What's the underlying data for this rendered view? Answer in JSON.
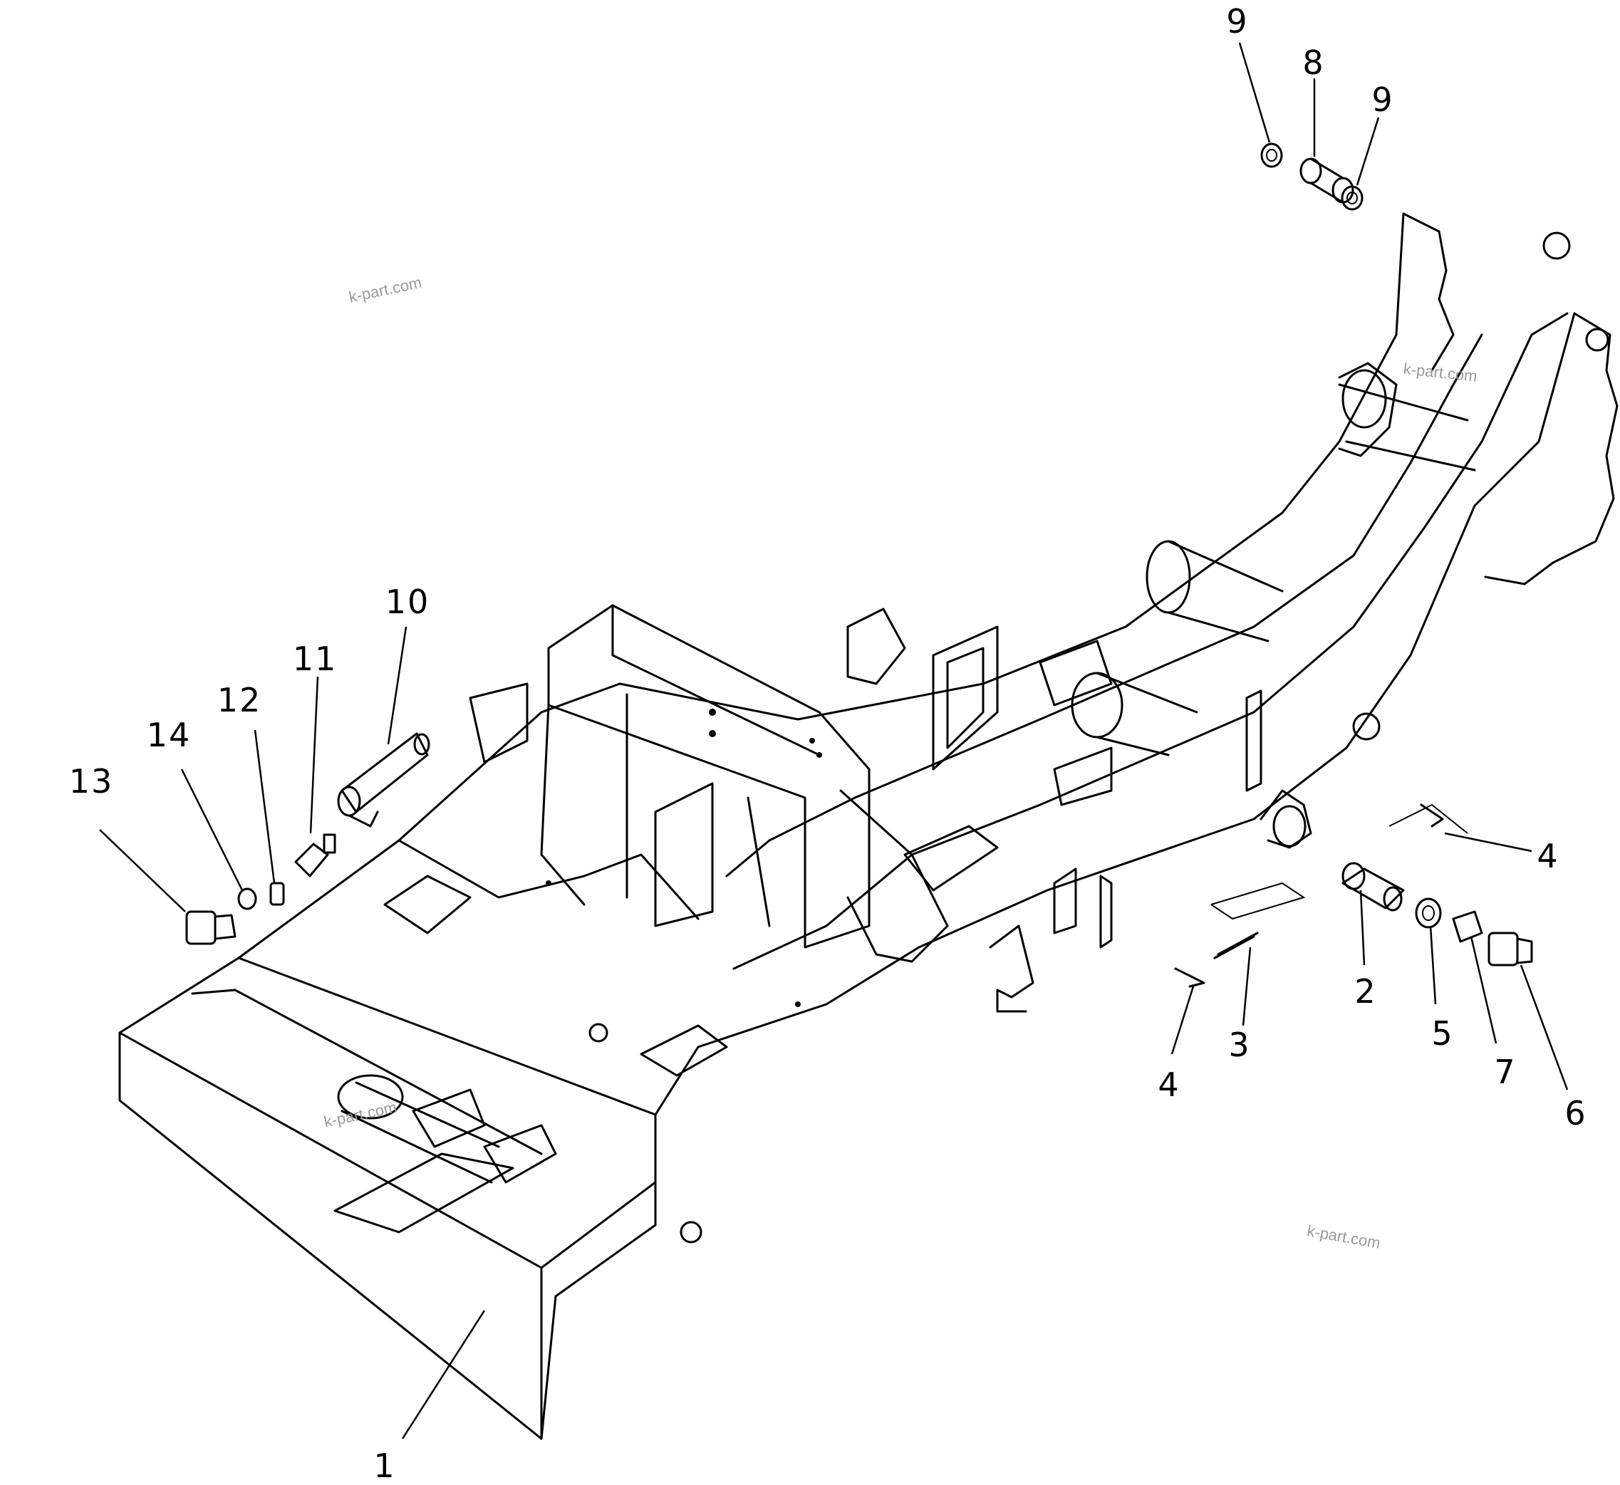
{
  "diagram": {
    "callouts": [
      {
        "id": "c13",
        "text": "13"
      },
      {
        "id": "c14",
        "text": "14"
      },
      {
        "id": "c12",
        "text": "12"
      },
      {
        "id": "c11",
        "text": "11"
      },
      {
        "id": "c10",
        "text": "10"
      },
      {
        "id": "c9a",
        "text": "9"
      },
      {
        "id": "c8",
        "text": "8"
      },
      {
        "id": "c9b",
        "text": "9"
      },
      {
        "id": "c4a",
        "text": "4"
      },
      {
        "id": "c2",
        "text": "2"
      },
      {
        "id": "c5",
        "text": "5"
      },
      {
        "id": "c7",
        "text": "7"
      },
      {
        "id": "c6",
        "text": "6"
      },
      {
        "id": "c3",
        "text": "3"
      },
      {
        "id": "c4b",
        "text": "4"
      },
      {
        "id": "c1",
        "text": "1"
      }
    ],
    "watermarks": [
      "k-part.com",
      "k-part.com",
      "k-part.com",
      "k-part.com"
    ]
  }
}
